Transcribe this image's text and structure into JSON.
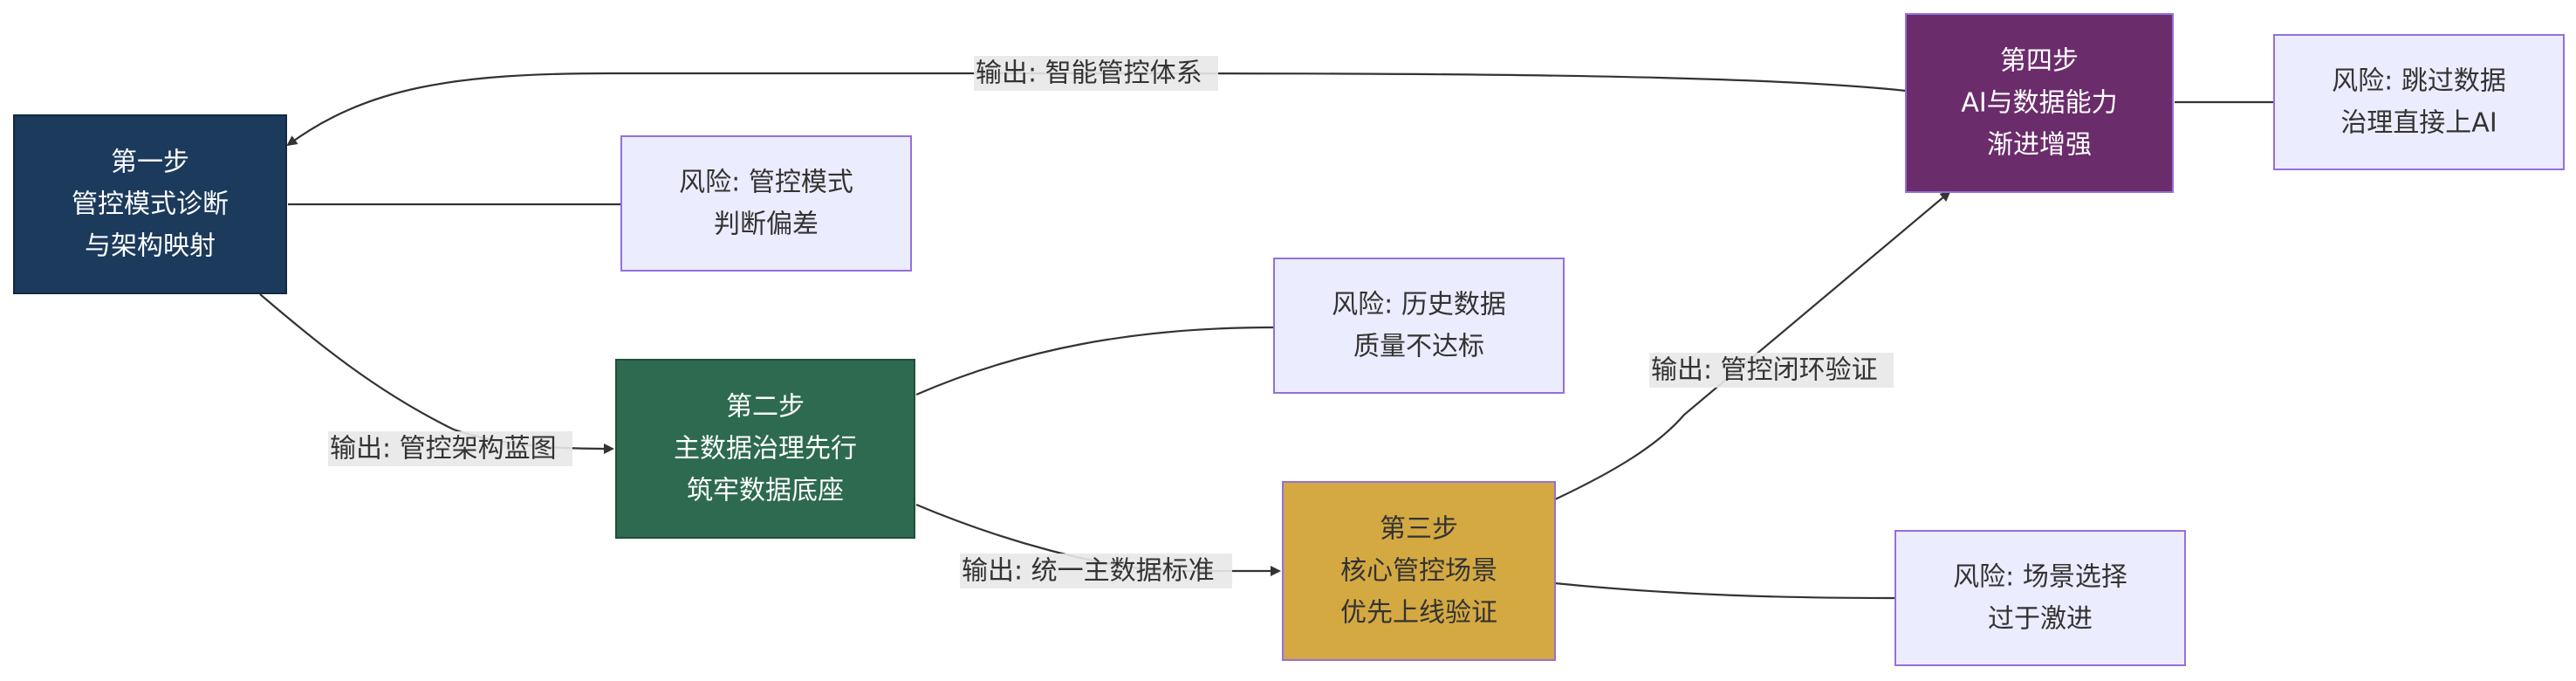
{
  "colors": {
    "step1": "#1b3a5c",
    "step2": "#2d6a4f",
    "step3": "#d4a942",
    "step4": "#6b2c6b",
    "risk_fill": "#ececff",
    "risk_stroke": "#9370db",
    "edge": "#333333",
    "label_bg": "#e8e8e8"
  },
  "steps": {
    "step1": {
      "lines": [
        "第一步",
        "管控模式诊断",
        "与架构映射"
      ]
    },
    "step2": {
      "lines": [
        "第二步",
        "主数据治理先行",
        "筑牢数据底座"
      ]
    },
    "step3": {
      "lines": [
        "第三步",
        "核心管控场景",
        "优先上线验证"
      ]
    },
    "step4": {
      "lines": [
        "第四步",
        "AI与数据能力",
        "渐进增强"
      ]
    }
  },
  "risks": {
    "risk1": {
      "lines": [
        "风险: 管控模式",
        "判断偏差"
      ]
    },
    "risk2": {
      "lines": [
        "风险: 历史数据",
        "质量不达标"
      ]
    },
    "risk3": {
      "lines": [
        "风险: 场景选择",
        "过于激进"
      ]
    },
    "risk4": {
      "lines": [
        "风险: 跳过数据",
        "治理直接上AI"
      ]
    }
  },
  "edges": {
    "e12": {
      "label": "输出: 管控架构蓝图"
    },
    "e23": {
      "label": "输出: 统一主数据标准"
    },
    "e34": {
      "label": "输出: 管控闭环验证"
    },
    "e41": {
      "label": "输出: 智能管控体系"
    }
  },
  "icons": {
    "arrowhead": "arrowhead-icon"
  }
}
